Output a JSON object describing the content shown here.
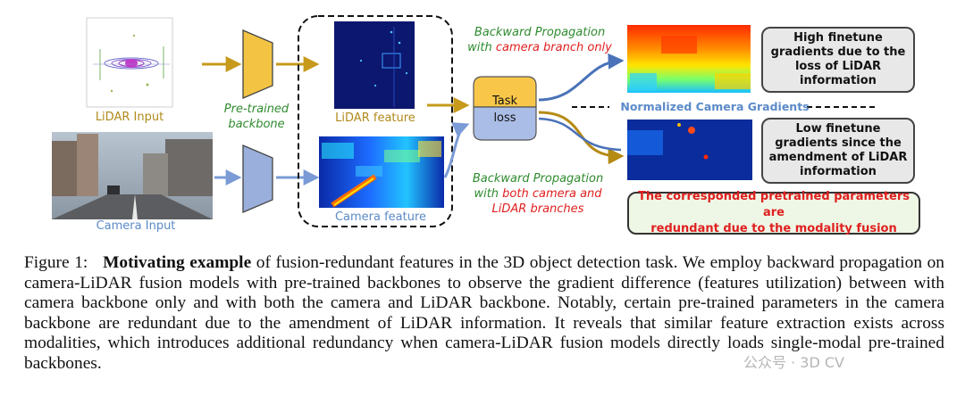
{
  "figure": {
    "inputs": {
      "lidar_label": "LiDAR Input",
      "camera_label": "Camera Input"
    },
    "backbone": {
      "label_line1": "Pre-trained",
      "label_line2": "backbone"
    },
    "features": {
      "lidar_label": "LiDAR feature",
      "camera_label": "Camera feature"
    },
    "task_loss": {
      "line1": "Task",
      "line2": "loss"
    },
    "backprop_top": {
      "line1": "Backward Propagation",
      "line2_prefix": "with ",
      "line2_red": "camera branch only"
    },
    "backprop_bottom": {
      "line1": "Backward Propagation",
      "line2_prefix": "with ",
      "line2_red": "both camera and",
      "line3_red": "LiDAR branches"
    },
    "gradients_label": "Normalized Camera Gradients",
    "box_high": {
      "line1": "High finetune",
      "line2": "gradients due to the",
      "line3": "loss of LiDAR",
      "line4": "information"
    },
    "box_low": {
      "line1": "Low finetune",
      "line2": "gradients since the",
      "line3": "amendment of LiDAR",
      "line4": "information"
    },
    "highlight": {
      "line1": "The corresponded pretrained parameters are",
      "line2": "redundant due to the modality fusion"
    },
    "colors": {
      "lidar": "#b08a1a",
      "camera": "#5b8ac8",
      "note_green": "#2f8b2f",
      "note_red": "#e02020"
    }
  },
  "caption": {
    "label": "Figure 1:",
    "bold": "Motivating example",
    "text": " of fusion-redundant features in the 3D object detection task. We employ backward propagation on camera-LiDAR fusion models with pre-trained backbones to observe the gradient difference (features utilization) between with camera backbone only and with both the camera and LiDAR backbone. Notably, certain pre-trained parameters in the camera backbone are redundant due to the amendment of LiDAR information. It reveals that similar feature extraction exists across modalities, which introduces additional redundancy when camera-LiDAR fusion models directly loads single-modal pre-trained backbones."
  },
  "watermark": "公众号 · 3D CV"
}
